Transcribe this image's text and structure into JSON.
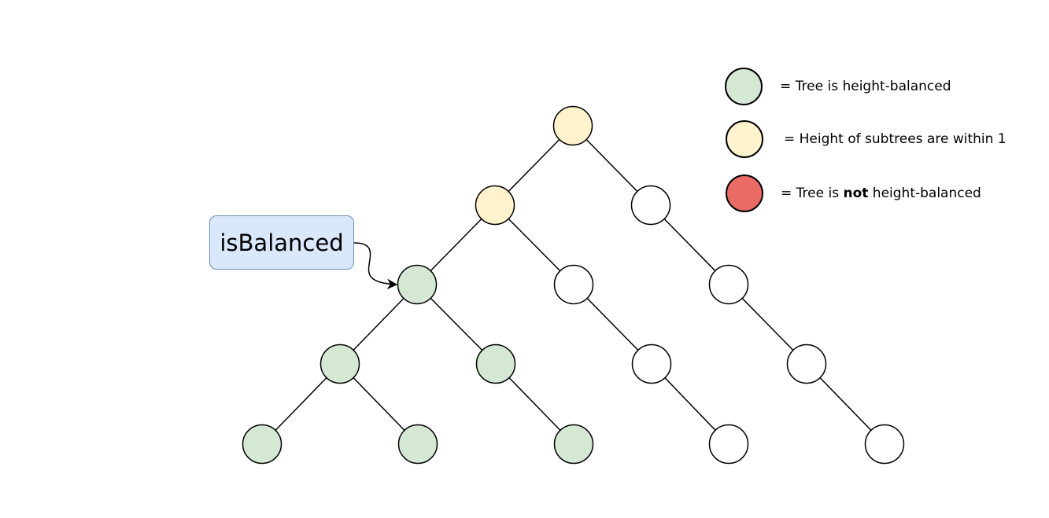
{
  "colors": {
    "balanced": "#d5e8d4",
    "within_one": "#fff2cc",
    "not_balanced": "#ea6b66",
    "unvisited": "#ffffff",
    "stroke": "#000000",
    "callout_fill": "#dae8fc",
    "callout_stroke": "#6c8ebf"
  },
  "callout": {
    "label": "isBalanced"
  },
  "legend": {
    "items": [
      {
        "state": "balanced",
        "prefix": "= Tree is height-balanced",
        "emph": "",
        "suffix": ""
      },
      {
        "state": "within_one",
        "prefix": "= Height of subtrees are within 1",
        "emph": "",
        "suffix": ""
      },
      {
        "state": "not_balanced",
        "prefix": "= Tree is ",
        "emph": "not",
        "suffix": " height-balanced"
      }
    ]
  },
  "tree": {
    "nodes": [
      {
        "id": "root",
        "state": "within_one",
        "parent": null
      },
      {
        "id": "L",
        "state": "within_one",
        "parent": "root"
      },
      {
        "id": "R",
        "state": "unvisited",
        "parent": "root"
      },
      {
        "id": "LL",
        "state": "balanced",
        "parent": "L"
      },
      {
        "id": "LR",
        "state": "unvisited",
        "parent": "L"
      },
      {
        "id": "RR",
        "state": "unvisited",
        "parent": "R"
      },
      {
        "id": "LLL",
        "state": "balanced",
        "parent": "LL"
      },
      {
        "id": "LLR",
        "state": "balanced",
        "parent": "LL"
      },
      {
        "id": "LRR",
        "state": "unvisited",
        "parent": "LR"
      },
      {
        "id": "RRR",
        "state": "unvisited",
        "parent": "RR"
      },
      {
        "id": "LLLL",
        "state": "balanced",
        "parent": "LLL"
      },
      {
        "id": "LLLR",
        "state": "balanced",
        "parent": "LLL"
      },
      {
        "id": "LLRR",
        "state": "balanced",
        "parent": "LLR"
      },
      {
        "id": "LRRR",
        "state": "unvisited",
        "parent": "LRR"
      },
      {
        "id": "RRRR",
        "state": "unvisited",
        "parent": "RRR"
      }
    ],
    "pointer_target": "LL"
  }
}
